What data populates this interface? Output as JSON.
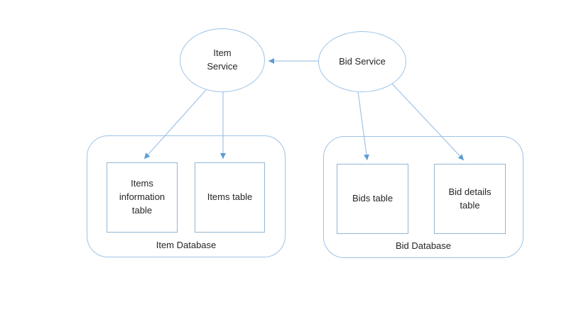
{
  "nodes": {
    "item_service": {
      "label": "Item Service",
      "shape": "ellipse"
    },
    "bid_service": {
      "label": "Bid Service",
      "shape": "ellipse"
    },
    "item_database": {
      "label": "Item Database",
      "shape": "rounded-rectangle"
    },
    "bid_database": {
      "label": "Bid Database",
      "shape": "rounded-rectangle"
    },
    "items_information_table": {
      "label": "Items information table",
      "shape": "rectangle"
    },
    "items_table": {
      "label": "Items table",
      "shape": "rectangle"
    },
    "bids_table": {
      "label": "Bids table",
      "shape": "rectangle"
    },
    "bid_details_table": {
      "label": "Bid details table",
      "shape": "rectangle"
    }
  },
  "edges": [
    {
      "from": "bid_service",
      "to": "item_service"
    },
    {
      "from": "item_service",
      "to": "items_information_table"
    },
    {
      "from": "item_service",
      "to": "items_table"
    },
    {
      "from": "bid_service",
      "to": "bids_table"
    },
    {
      "from": "bid_service",
      "to": "bid_details_table"
    }
  ],
  "colors": {
    "shape_stroke": "#9dc3e6",
    "table_stroke": "#94b6d2",
    "connector": "#a9c7e8",
    "arrowhead": "#5b9bd5",
    "text": "#262626",
    "background": "#ffffff"
  }
}
